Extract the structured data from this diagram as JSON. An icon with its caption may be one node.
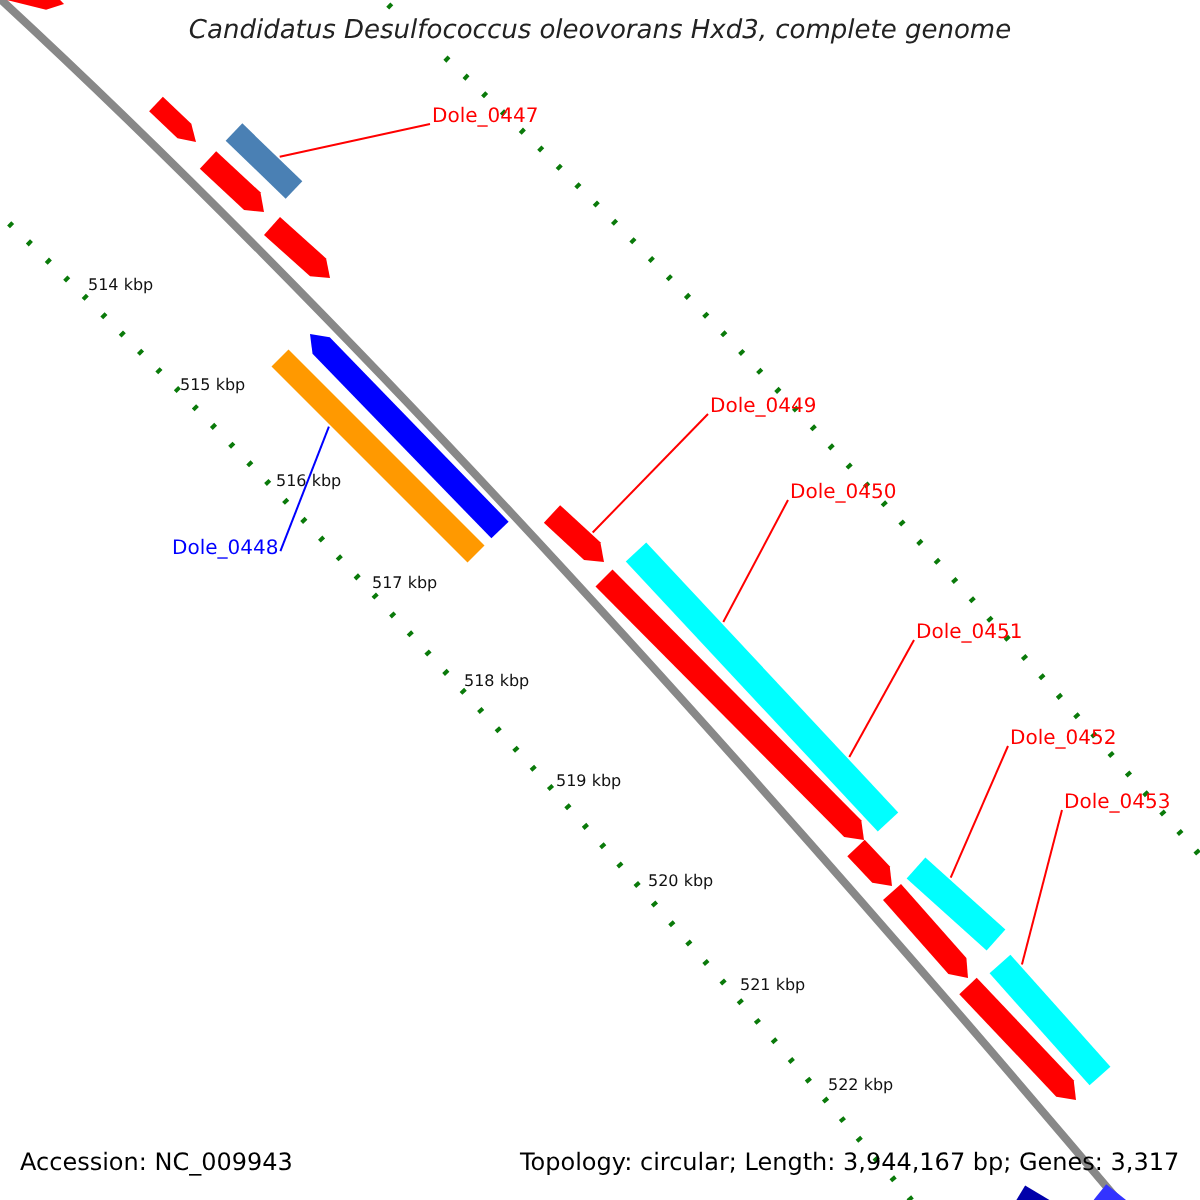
{
  "diagram": {
    "title": "Candidatus Desulfococcus oleovorans Hxd3, complete genome",
    "nodes": [
      {
        "text": [],
        "shape": "bar"
      },
      {
        "text": [],
        "shape": "bar"
      },
      {
        "text": [
          "Dole_0447"
        ]
      },
      {
        "text": [],
        "shape": "bar"
      },
      {
        "text": [],
        "shape": "bar"
      },
      {
        "text": [],
        "shape": "bar"
      },
      {
        "text": [],
        "shape": "bar"
      },
      {
        "text": [],
        "shape": "bar"
      },
      {
        "text": [
          "Dole_0449"
        ]
      },
      {
        "text": [
          "Dole_0450"
        ]
      },
      {
        "text": [],
        "shape": "bar"
      },
      {
        "text": [],
        "shape": "bar"
      },
      {
        "text": [],
        "shape": "bar"
      },
      {
        "text": [
          "Dole_0448"
        ]
      },
      {
        "text": [
          "Dole_0451"
        ]
      },
      {
        "text": [
          "Dole_0452"
        ]
      },
      {
        "text": [
          "Dole_0453"
        ]
      },
      {
        "text": [],
        "shape": "bar"
      },
      {
        "text": [],
        "shape": "bar"
      },
      {
        "text": [],
        "shape": "bar"
      },
      {
        "text": [],
        "shape": "bar"
      },
      {
        "text": [],
        "shape": "bar"
      },
      {
        "text": [],
        "shape": "bar"
      },
      {
        "text": [],
        "shape": "bar"
      }
    ],
    "edges": [
      {
        "from": 2,
        "to": 3,
        "arrow": "none"
      },
      {
        "from": 13,
        "to": 7,
        "arrow": "none",
        "color": "#0000ff"
      },
      {
        "from": 8,
        "to": 10,
        "arrow": "none"
      },
      {
        "from": 9,
        "to": 11,
        "arrow": "none"
      },
      {
        "from": 14,
        "to": 11,
        "arrow": "none"
      },
      {
        "from": 15,
        "to": 18,
        "arrow": "none"
      },
      {
        "from": 16,
        "to": 20,
        "arrow": "none"
      }
    ],
    "labels": [
      "514 kbp",
      "515 kbp",
      "516 kbp",
      "517 kbp",
      "518 kbp",
      "519 kbp",
      "520 kbp",
      "521 kbp",
      "522 kbp",
      "Accession: NC_009943",
      "Topology: circular; Length: 3,944,167 bp; Genes: 3,317"
    ]
  }
}
